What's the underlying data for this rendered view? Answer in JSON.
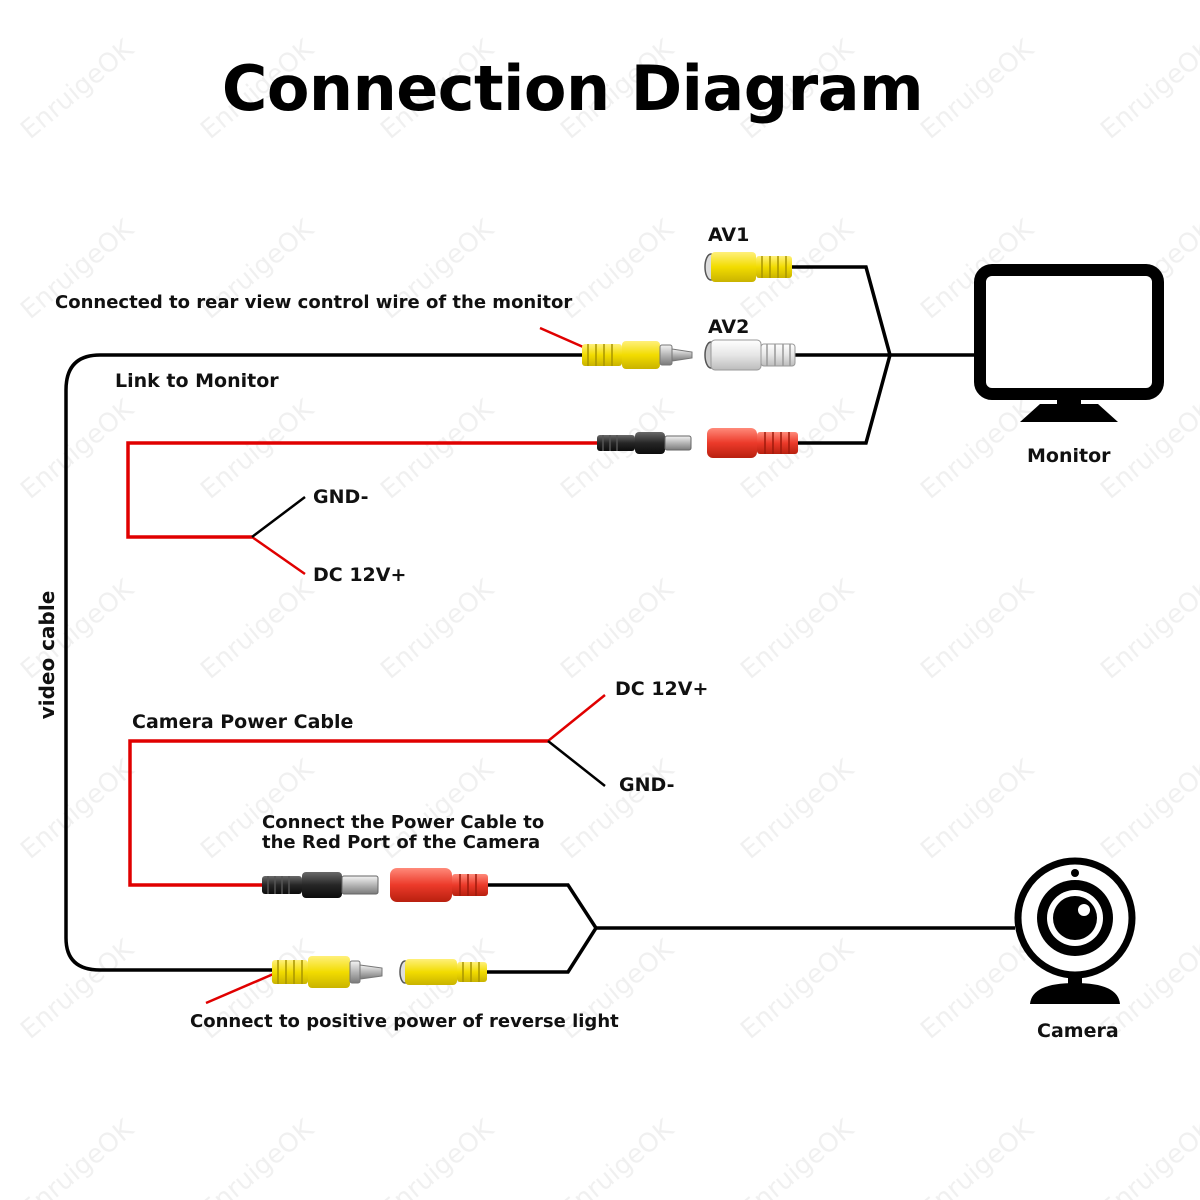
{
  "title": "Connection Diagram",
  "labels": {
    "av1": "AV1",
    "av2": "AV2",
    "rear_view_control": "Connected to rear view control wire of the monitor",
    "link_to_monitor": "Link to Monitor",
    "monitor": "Monitor",
    "gnd_top": "GND-",
    "dc_top": "DC 12V+",
    "video_cable": "video cable",
    "dc_bottom": "DC 12V+",
    "camera_power_cable": "Camera Power Cable",
    "gnd_bottom": "GND-",
    "connect_power_line1": "Connect the Power Cable to",
    "connect_power_line2": "the Red Port of the Camera",
    "camera": "Camera",
    "reverse_light": "Connect to positive power of reverse light"
  },
  "watermark": "EnruigeOK",
  "icons": {
    "monitor": "monitor-icon",
    "camera": "webcam-icon"
  },
  "colors": {
    "wire": "#000000",
    "power_wire": "#e00000",
    "rca_yellow": "#f5e000",
    "rca_white": "#e8e8e8",
    "rca_red": "#ec3a2a",
    "plug_black": "#262626"
  }
}
